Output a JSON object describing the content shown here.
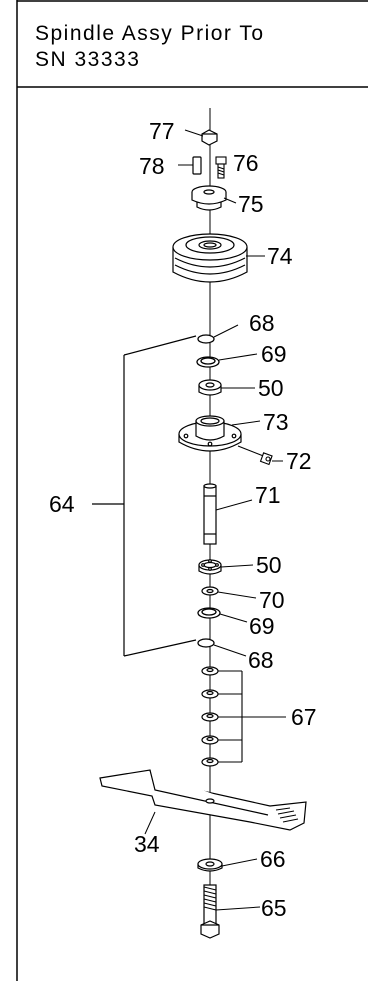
{
  "header": {
    "title_line1": "Spindle Assy Prior To",
    "title_line2": "SN 33333"
  },
  "callouts": {
    "c77": "77",
    "c78": "78",
    "c76": "76",
    "c75": "75",
    "c74": "74",
    "c68a": "68",
    "c69a": "69",
    "c50a": "50",
    "c73": "73",
    "c72": "72",
    "c64": "64",
    "c71": "71",
    "c50b": "50",
    "c70": "70",
    "c69b": "69",
    "c68b": "68",
    "c67": "67",
    "c34": "34",
    "c66": "66",
    "c65": "65"
  }
}
